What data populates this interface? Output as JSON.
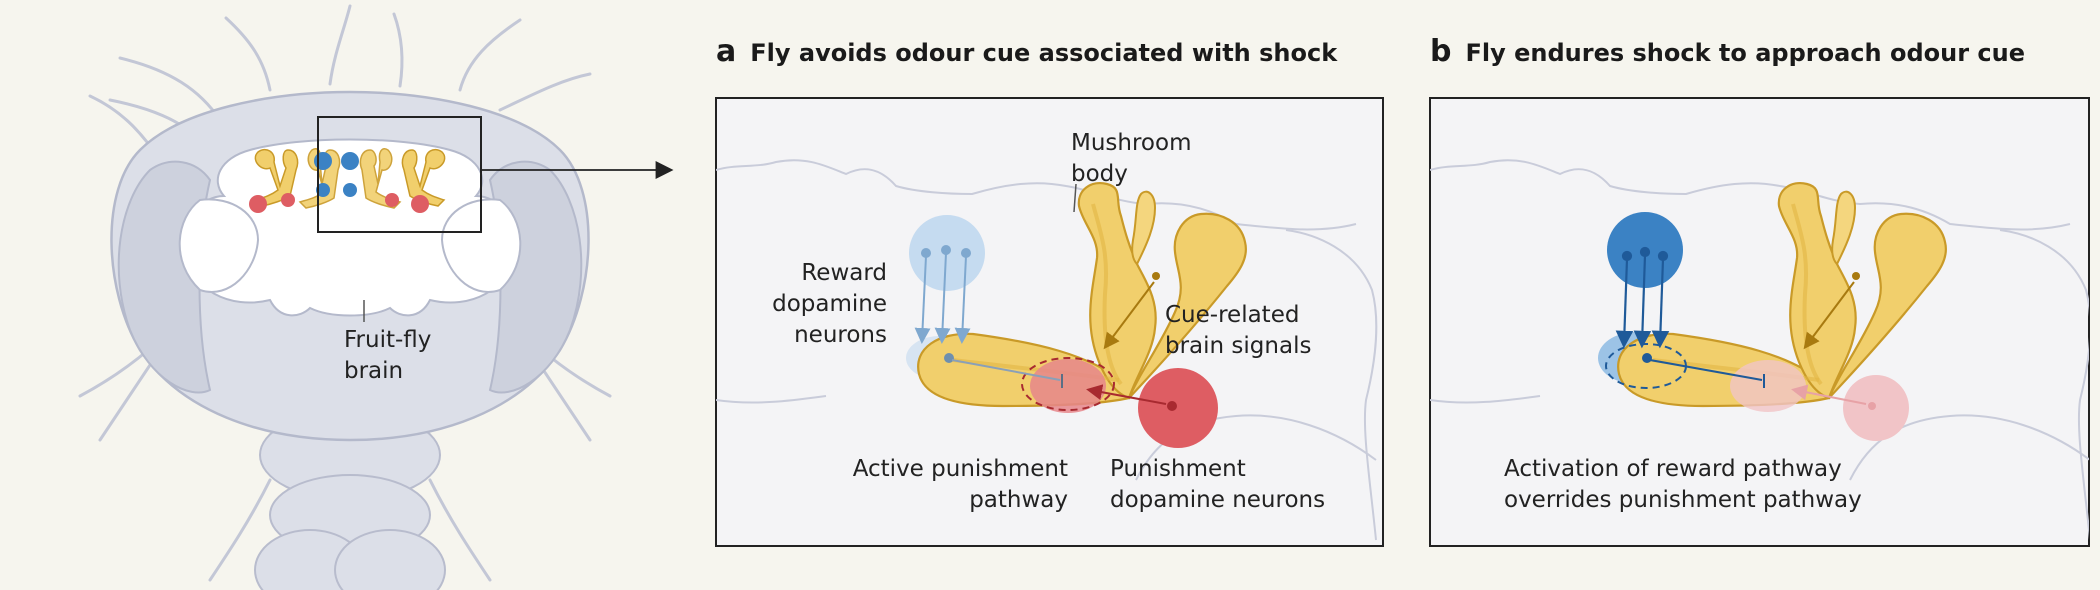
{
  "panel_a": {
    "letter": "a",
    "title": "Fly avoids odour cue associated with shock",
    "labels": {
      "mushroom_body": [
        "Mushroom",
        "body"
      ],
      "reward_dopamine_neurons": [
        "Reward",
        "dopamine",
        "neurons"
      ],
      "cue_related_signals": [
        "Cue-related",
        "brain signals"
      ],
      "active_punishment_pathway": [
        "Active punishment",
        "pathway"
      ],
      "punishment_dopamine_neurons": [
        "Punishment",
        "dopamine neurons"
      ]
    }
  },
  "panel_b": {
    "letter": "b",
    "title": "Fly endures shock to approach odour cue",
    "caption": [
      "Activation of reward pathway",
      "overrides punishment pathway"
    ]
  },
  "fly": {
    "brain_label": [
      "Fruit-fly",
      "brain"
    ]
  },
  "colors": {
    "background": "#f6f5ee",
    "panel_bg": "#f4f4f6",
    "mushroom_body": "#f1cf6c",
    "reward": "#3b82c4",
    "punishment": "#de5d63",
    "fly_body": "#dcdfe8"
  }
}
